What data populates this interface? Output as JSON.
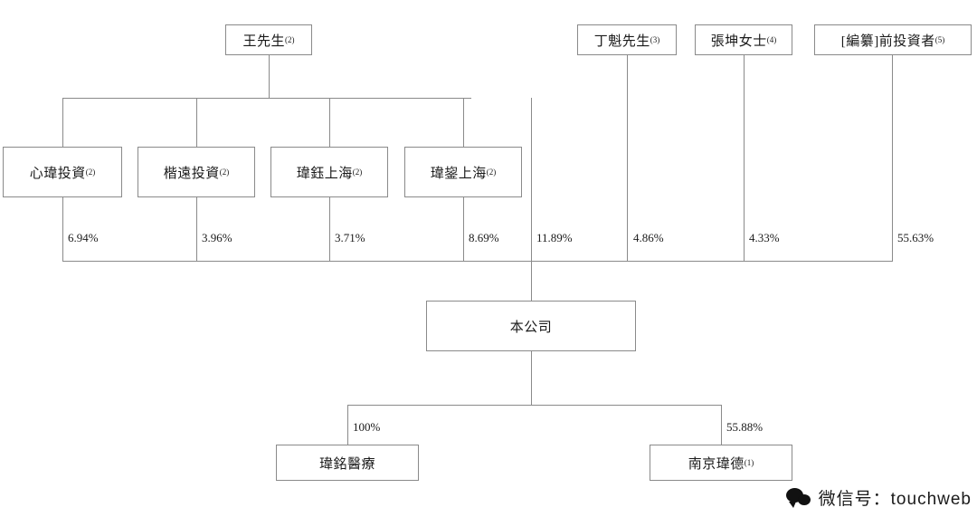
{
  "diagram": {
    "type": "ownership-structure-chart",
    "title": "",
    "nodes": [
      {
        "id": "wang",
        "label": "王先生",
        "sup": "(2)"
      },
      {
        "id": "dingkui",
        "label": "丁魁先生",
        "sup": "(3)"
      },
      {
        "id": "zhangkun",
        "label": "張坤女士",
        "sup": "(4)"
      },
      {
        "id": "preinvestor",
        "label": "[編纂]前投資者",
        "sup": "(5)"
      },
      {
        "id": "xinwei",
        "label": "心瑋投資",
        "sup": "(2)"
      },
      {
        "id": "kaiyuan",
        "label": "楷遠投資",
        "sup": "(2)"
      },
      {
        "id": "weiyu",
        "label": "瑋鈺上海",
        "sup": "(2)"
      },
      {
        "id": "weili",
        "label": "瑋鋆上海",
        "sup": "(2)"
      },
      {
        "id": "company",
        "label": "本公司",
        "sup": ""
      },
      {
        "id": "weiming",
        "label": "瑋銘醫療",
        "sup": ""
      },
      {
        "id": "nanjing",
        "label": "南京瑋德",
        "sup": "(1)"
      }
    ],
    "percentages": [
      {
        "from": "xinwei",
        "to": "company",
        "value": "6.94%"
      },
      {
        "from": "kaiyuan",
        "to": "company",
        "value": "3.96%"
      },
      {
        "from": "weiyu",
        "to": "company",
        "value": "3.71%"
      },
      {
        "from": "weili",
        "to": "company",
        "value": "8.69%"
      },
      {
        "from": "wang",
        "to": "company",
        "value": "11.89%"
      },
      {
        "from": "dingkui",
        "to": "company",
        "value": "4.86%"
      },
      {
        "from": "zhangkun",
        "to": "company",
        "value": "4.33%"
      },
      {
        "from": "preinvestor",
        "to": "company",
        "value": "55.63%"
      },
      {
        "from": "company",
        "to": "weiming",
        "value": "100%"
      },
      {
        "from": "company",
        "to": "nanjing",
        "value": "55.88%"
      }
    ]
  },
  "watermark": {
    "text": "微信号：touchweb",
    "logo": "wechat-bubble-icon"
  }
}
